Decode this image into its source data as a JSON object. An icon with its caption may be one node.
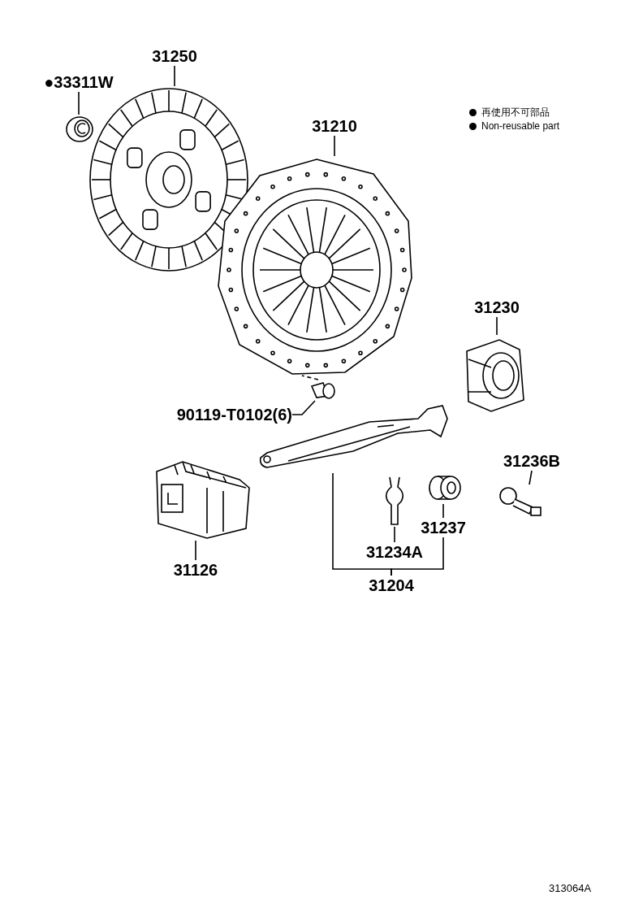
{
  "diagram": {
    "nodes": [
      {
        "text": [
          "●33311W"
        ]
      },
      {
        "text": [],
        "shape": "picture"
      },
      {
        "text": [
          "31250"
        ]
      },
      {
        "text": [],
        "shape": "picture"
      },
      {
        "text": [
          "31210"
        ]
      },
      {
        "text": [],
        "shape": "picture"
      },
      {
        "text": [
          "31230"
        ]
      },
      {
        "text": [],
        "shape": "picture"
      },
      {
        "text": [
          "90119-T0102(6)"
        ]
      },
      {
        "text": [],
        "shape": "picture"
      },
      {
        "text": [
          "31236B"
        ]
      },
      {
        "text": [],
        "shape": "picture"
      },
      {
        "text": [],
        "shape": "picture"
      },
      {
        "text": [
          "31237"
        ]
      },
      {
        "text": [],
        "shape": "picture"
      },
      {
        "text": [
          "31234A"
        ]
      },
      {
        "text": [],
        "shape": "picture"
      },
      {
        "text": [
          "31204"
        ]
      },
      {
        "text": [
          "31126"
        ]
      },
      {
        "text": [],
        "shape": "picture"
      }
    ],
    "edges": [
      {
        "from": 0,
        "to": 1,
        "arrow": "none"
      },
      {
        "from": 2,
        "to": 3,
        "arrow": "none"
      },
      {
        "from": 4,
        "to": 5,
        "arrow": "none"
      },
      {
        "from": 6,
        "to": 7,
        "arrow": "none"
      },
      {
        "from": 8,
        "to": 9,
        "arrow": "none"
      },
      {
        "from": 9,
        "to": 5,
        "arrow": "none",
        "style": "dashed"
      },
      {
        "from": 10,
        "to": 11,
        "arrow": "none"
      },
      {
        "from": 13,
        "to": 14,
        "arrow": "none"
      },
      {
        "from": 15,
        "to": 16,
        "arrow": "none"
      },
      {
        "from": 18,
        "to": 19,
        "arrow": "none"
      },
      {
        "from": 17,
        "to": 12,
        "arrow": "none"
      },
      {
        "from": 17,
        "to": 13,
        "arrow": "none"
      }
    ],
    "labels": [
      "313064A"
    ],
    "legend": [
      {
        "text": "再使用不可部品"
      },
      {
        "text": "Non-reusable part"
      }
    ]
  }
}
